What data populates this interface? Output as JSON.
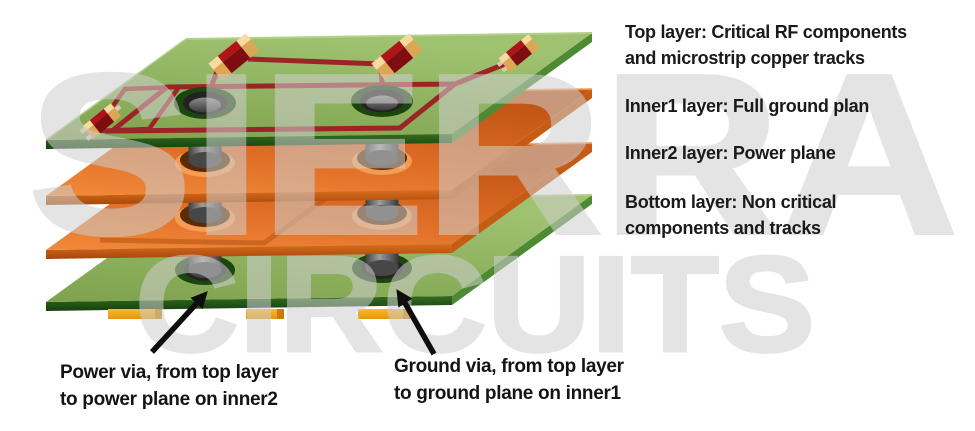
{
  "figure": {
    "description_labels": {
      "top": [
        "Top layer: Critical RF components",
        "and microstrip copper tracks"
      ],
      "inner1": [
        "Inner1 layer: Full ground plan"
      ],
      "inner2": [
        "Inner2 layer: Power plane"
      ],
      "bottom": [
        "Bottom layer: Non critical",
        "components and tracks"
      ]
    },
    "annotations": {
      "power_via": [
        "Power via, from top layer",
        "to power plane on inner2"
      ],
      "ground_via": [
        "Ground via, from top layer",
        "to ground plane on inner1"
      ]
    },
    "watermark": {
      "line1": "SIERRA",
      "line2": "CIRCUITS"
    },
    "colors": {
      "background": "#ffffff",
      "board_green": "#8db05e",
      "board_green_edge": "#2a5e1a",
      "copper_plane_orange": "#e3722b",
      "copper_plane_edge": "#b14c0e",
      "via_barrel_gray": "#8f8f8f",
      "via_hole_dark": "#2b2b2b",
      "copper_trace_red": "#9c2428",
      "smd_body_red": "#8e1118",
      "smd_cap_tan": "#f3c87d",
      "solder_pad_gold": "#f5a70e",
      "annotation_text": "#1a1a1a",
      "watermark_gray": "#cfcfcf"
    }
  }
}
